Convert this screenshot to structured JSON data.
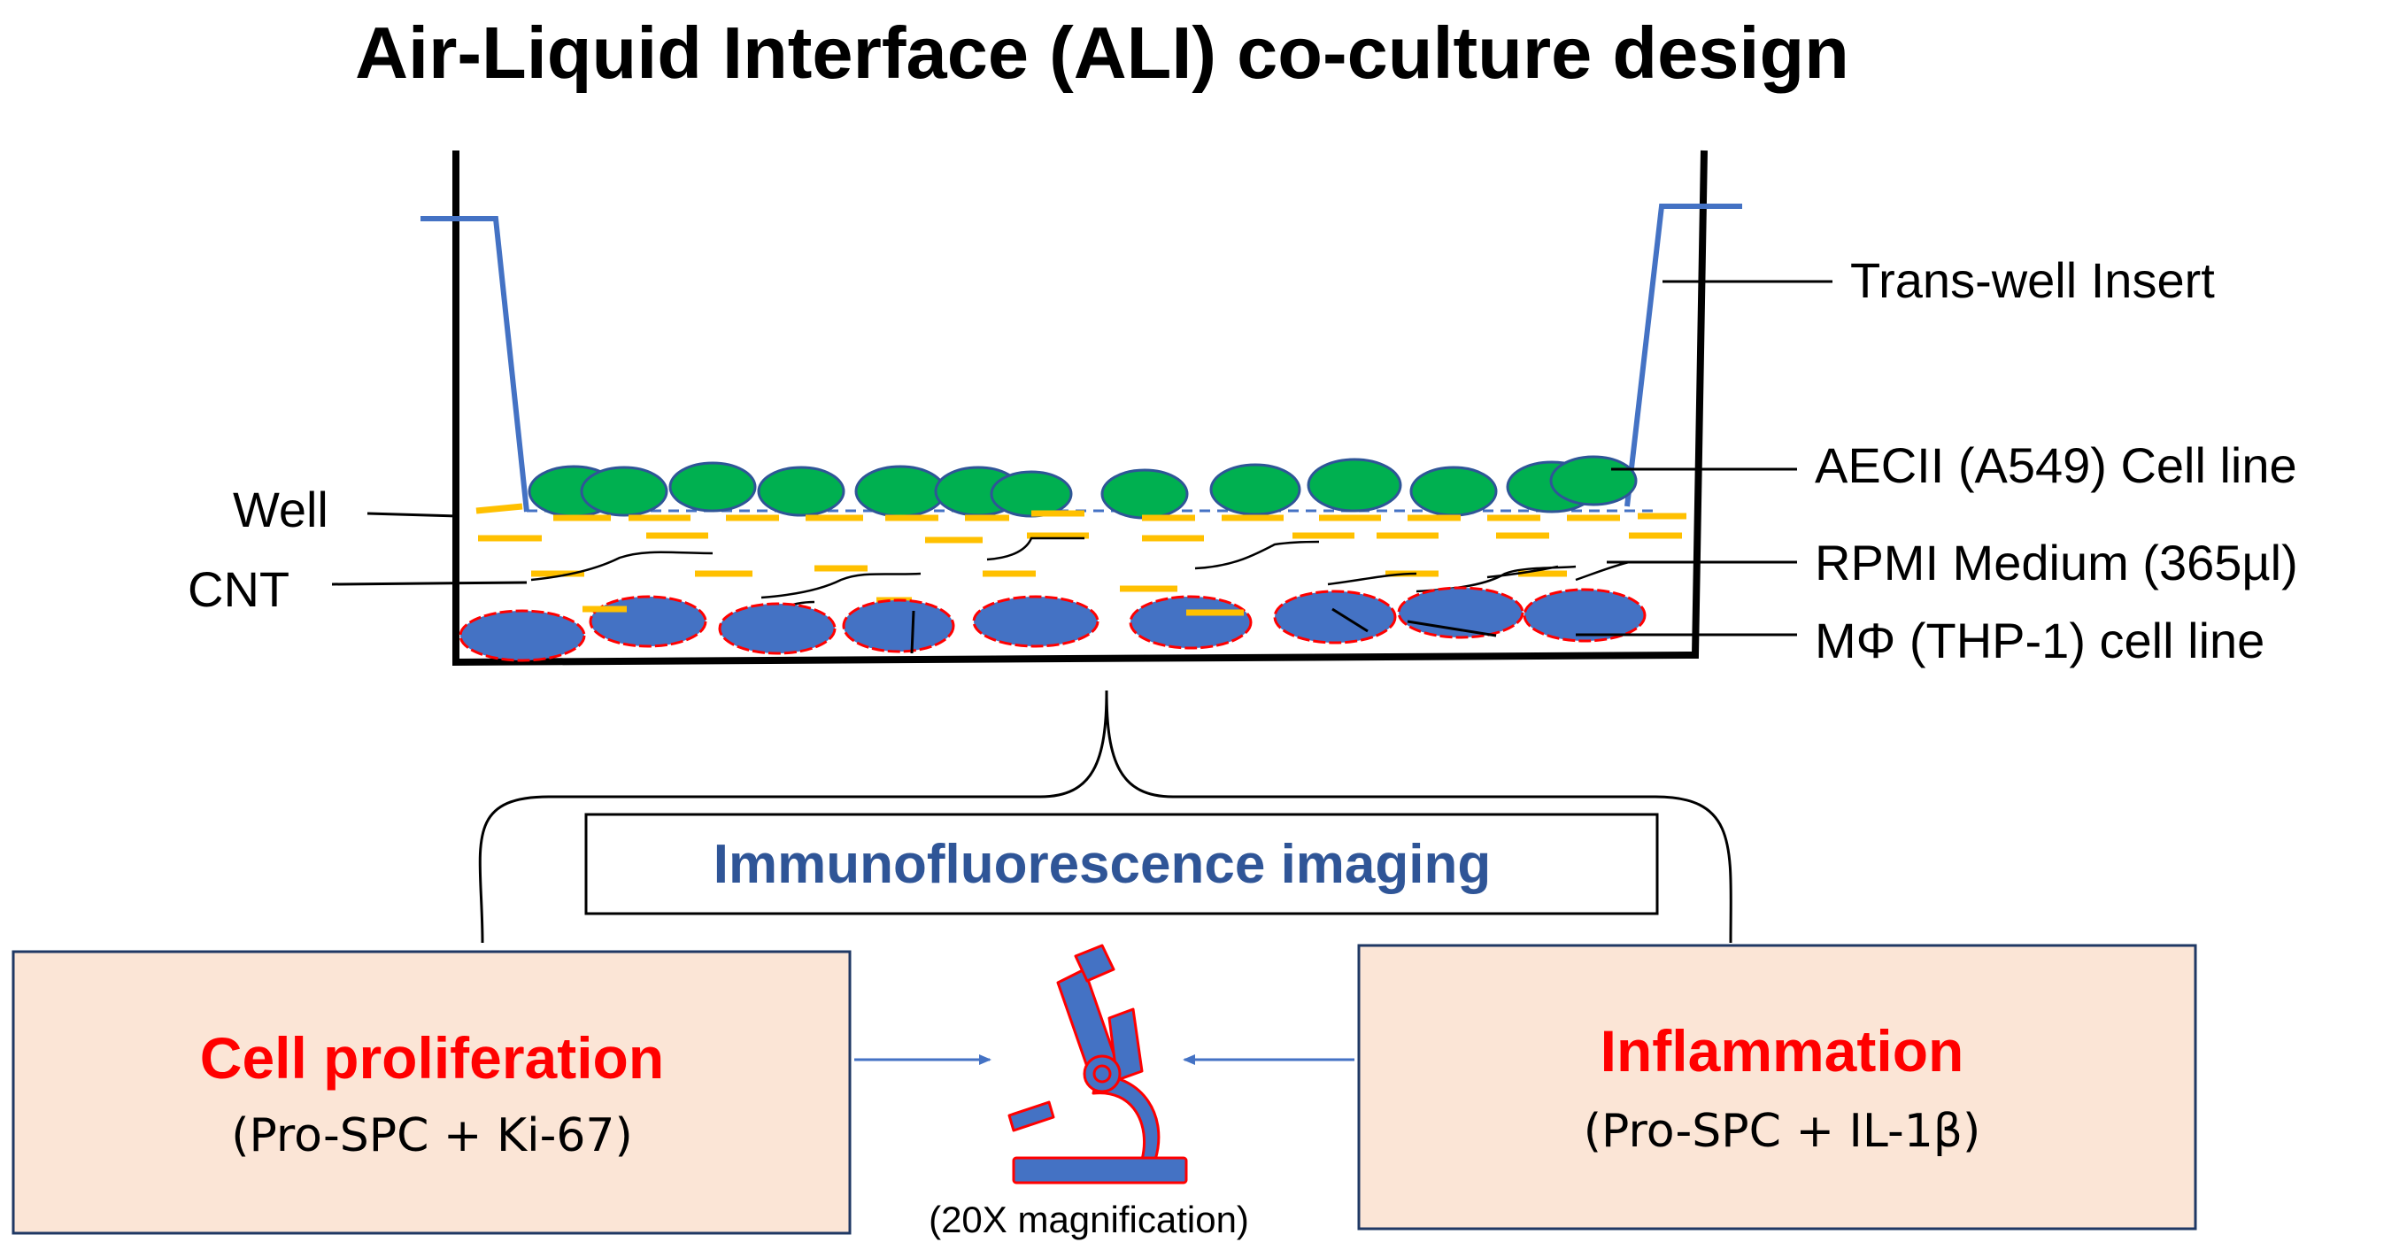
{
  "title": "Air-Liquid Interface (ALI) co-culture design",
  "labels": {
    "insert": "Trans-well Insert",
    "aecii": "AECII (A549) Cell line",
    "well": "Well",
    "medium": "RPMI Medium  (365µl)",
    "cnt": "CNT",
    "macrophage": "MΦ  (THP-1)  cell line"
  },
  "imaging": "Immunofluorescence imaging",
  "boxes": {
    "left": {
      "title": "Cell proliferation",
      "subtitle": "(Pro-SPC + Ki-67)"
    },
    "right": {
      "title": "Inflammation",
      "subtitle": "(Pro-SPC + IL-1β)"
    }
  },
  "magnification": "(20X magnification)",
  "colors": {
    "insert_blue": "#4472C4",
    "epithelial_green": "#00B050",
    "macrophage_blue": "#4472C4",
    "macrophage_outline": "#FF0000",
    "cnt_yellow": "#FFC000",
    "box_fill": "#FBE5D6",
    "highlight_red": "#FF0000",
    "imaging_blue": "#2F5597"
  },
  "icons": {
    "microscope": "microscope-icon"
  }
}
